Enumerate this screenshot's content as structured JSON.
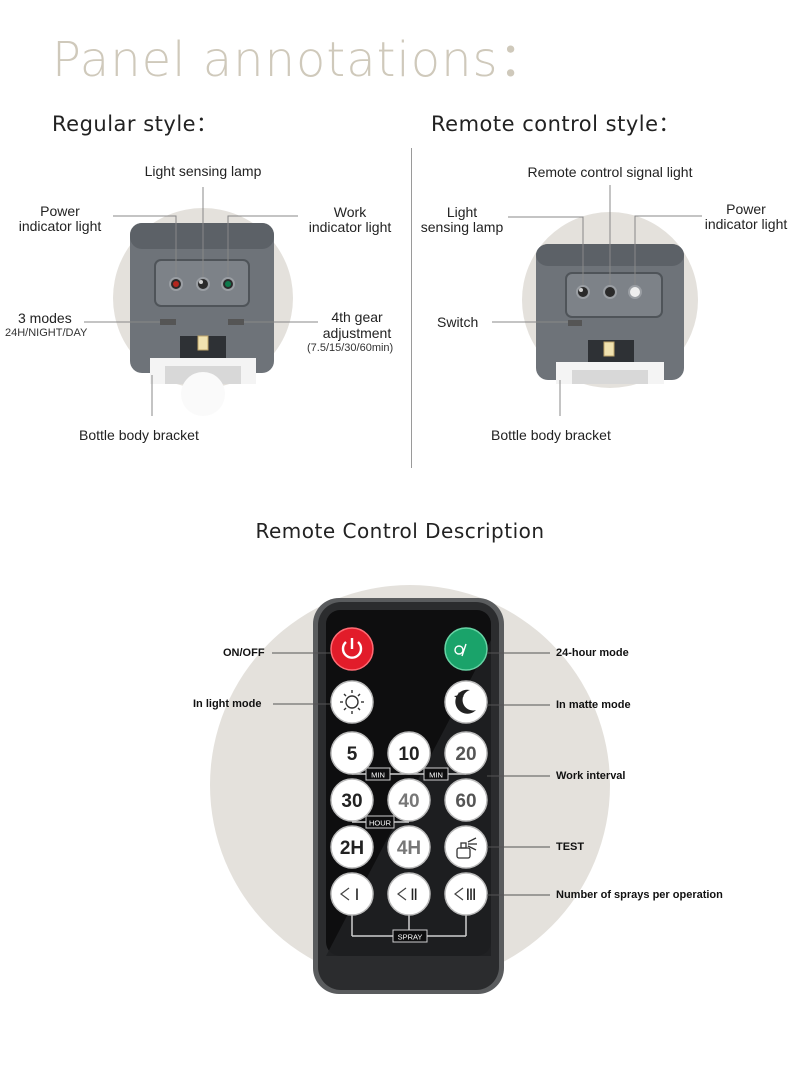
{
  "page": {
    "title": "Panel annotations："
  },
  "regular": {
    "heading": "Regular style：",
    "light_sensing_lamp": "Light sensing lamp",
    "power_indicator_1": "Power",
    "power_indicator_2": "indicator light",
    "work_indicator_1": "Work",
    "work_indicator_2": "indicator light",
    "modes_1": "3 modes",
    "modes_2": "24H/NIGHT/DAY",
    "gear_1": "4th gear",
    "gear_2": "adjustment",
    "gear_3": "(7.5/15/30/60min)",
    "bracket": "Bottle body bracket"
  },
  "remote_style": {
    "heading": "Remote control style：",
    "signal_light": "Remote control signal light",
    "light_sensing_1": "Light",
    "light_sensing_2": "sensing lamp",
    "power_indicator_1": "Power",
    "power_indicator_2": "indicator light",
    "switch": "Switch",
    "bracket": "Bottle body bracket"
  },
  "remote": {
    "heading": "Remote Control Description",
    "on_off": "ON/OFF",
    "mode_24h": "24-hour mode",
    "light_mode": "In light mode",
    "matte_mode": "In matte mode",
    "work_interval": "Work interval",
    "test": "TEST",
    "sprays": "Number of sprays per operation",
    "btn_5": "5",
    "btn_10": "10",
    "btn_20": "20",
    "btn_30": "30",
    "btn_40": "40",
    "btn_60": "60",
    "btn_2h": "2H",
    "btn_4h": "4H",
    "min_1": "MIN",
    "min_2": "MIN",
    "hour": "HOUR",
    "spray": "SPRAY",
    "spray_1": "Ⅰ",
    "spray_2": "Ⅱ",
    "spray_3": "Ⅲ"
  },
  "colors": {
    "power_red": "#e21c2a",
    "mode_green": "#1aa36a",
    "device_gray": "#6e7379",
    "bg_circle": "#e4e1dc",
    "title_beige": "#cfc9bb"
  }
}
